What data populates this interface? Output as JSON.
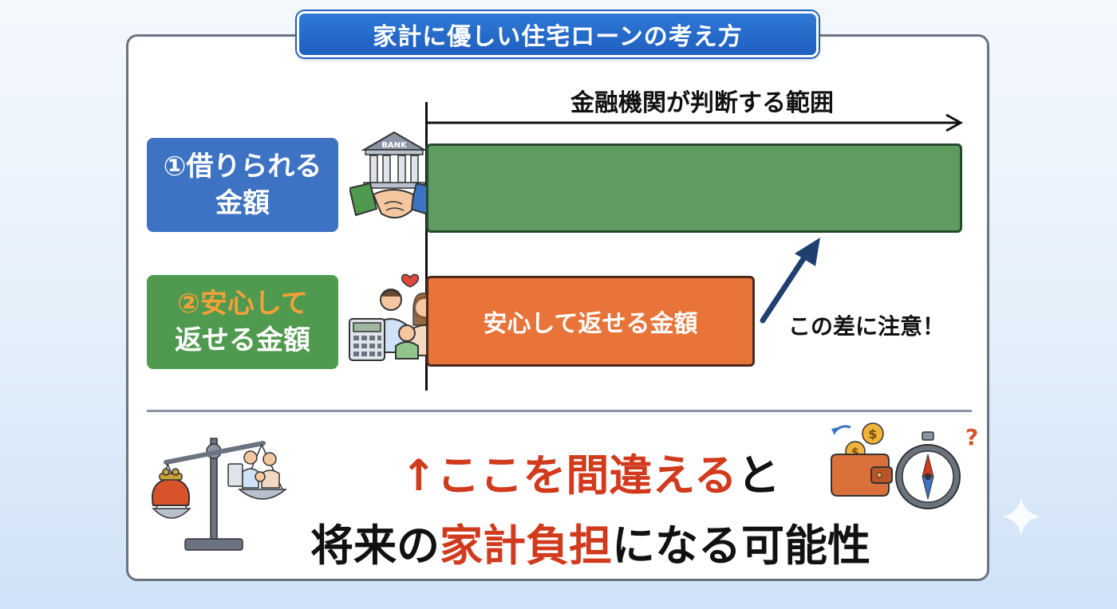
{
  "title": "家計に優しい住宅ローンの考え方",
  "scope_label": "金融機関が判断する範囲",
  "row1": {
    "label_line1": "①借りられる",
    "label_line2": "金額"
  },
  "row2": {
    "label_line1": "②安心して",
    "label_line2": "返せる金額",
    "bar_text": "安心して返せる金額"
  },
  "bank_sign": "BANK",
  "difference_note": "この差に注意！",
  "message": {
    "line1_arrow": "↑",
    "line1_red": "ここを間違える",
    "line1_end": "と",
    "line2_start": "将来の",
    "line2_red": "家計負担",
    "line2_end": "になる可能性"
  },
  "colors": {
    "title_blue": "#1f5fbf",
    "label1_blue": "#3d73c2",
    "label2_green": "#4f9a4e",
    "label2_highlight": "#f7a03a",
    "bar_green": "#5e9c62",
    "bar_orange": "#e8743a",
    "warning_red": "#d13a1c"
  },
  "icons": [
    "bank-icon",
    "handshake-icon",
    "family-icon",
    "calculator-icon",
    "heart-icon",
    "balance-scale-icon",
    "coin-purse-icon",
    "wallet-icon",
    "coin-icon",
    "compass-icon",
    "question-mark-icon",
    "sparkle-icon"
  ]
}
